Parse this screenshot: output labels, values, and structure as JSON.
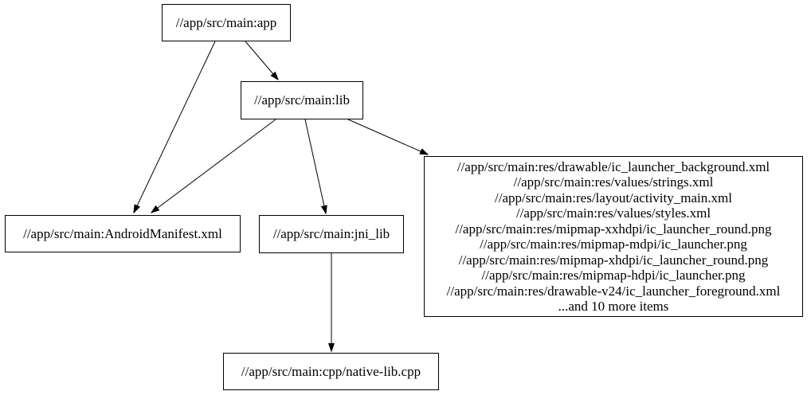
{
  "diagram": {
    "type": "dependency-graph",
    "background_color": "#ffffff",
    "node_border_color": "#000000",
    "edge_color": "#000000",
    "nodes": {
      "app": {
        "label": "//app/src/main:app"
      },
      "lib": {
        "label": "//app/src/main:lib"
      },
      "android_manifest": {
        "label": "//app/src/main:AndroidManifest.xml"
      },
      "jni_lib": {
        "label": "//app/src/main:jni_lib"
      },
      "native_lib_cpp": {
        "label": "//app/src/main:cpp/native-lib.cpp"
      },
      "resources": {
        "lines": [
          "//app/src/main:res/drawable/ic_launcher_background.xml",
          "//app/src/main:res/values/strings.xml",
          "//app/src/main:res/layout/activity_main.xml",
          "//app/src/main:res/values/styles.xml",
          "//app/src/main:res/mipmap-xxhdpi/ic_launcher_round.png",
          "//app/src/main:res/mipmap-mdpi/ic_launcher.png",
          "//app/src/main:res/mipmap-xhdpi/ic_launcher_round.png",
          "//app/src/main:res/mipmap-hdpi/ic_launcher.png",
          "//app/src/main:res/drawable-v24/ic_launcher_foreground.xml",
          "...and 10 more items"
        ]
      }
    },
    "edges": [
      {
        "from": "app",
        "to": "lib"
      },
      {
        "from": "app",
        "to": "android_manifest"
      },
      {
        "from": "lib",
        "to": "android_manifest"
      },
      {
        "from": "lib",
        "to": "jni_lib"
      },
      {
        "from": "lib",
        "to": "resources"
      },
      {
        "from": "jni_lib",
        "to": "native_lib_cpp"
      }
    ]
  }
}
